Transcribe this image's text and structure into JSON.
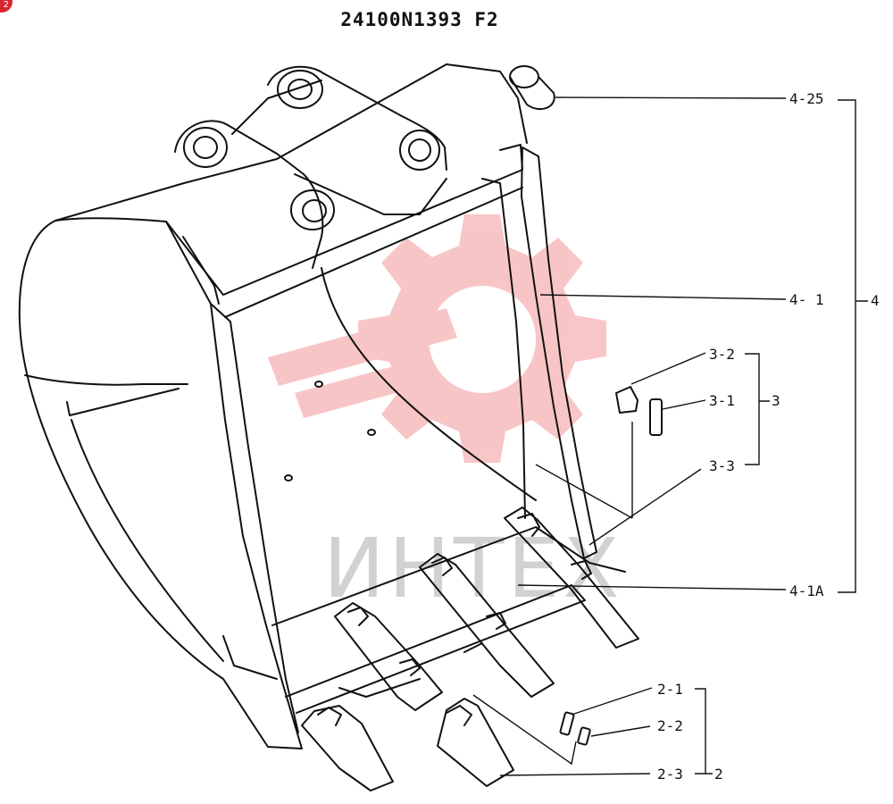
{
  "title": "24100N1393 F2",
  "badge_text": "2",
  "watermark": {
    "logo_icon": "gear-logo-icon",
    "logo_color": "#e8333a",
    "text": "ИНТЕХ"
  },
  "labels": {
    "4_25": "4-25",
    "4_1": "4- 1",
    "4": "4",
    "3_2": "3-2",
    "3_1": "3-1",
    "3": "3",
    "3_3": "3-3",
    "4_1A": "4-1A",
    "2_1": "2-1",
    "2_2": "2-2",
    "2_3": "2-3",
    "2": "2"
  }
}
